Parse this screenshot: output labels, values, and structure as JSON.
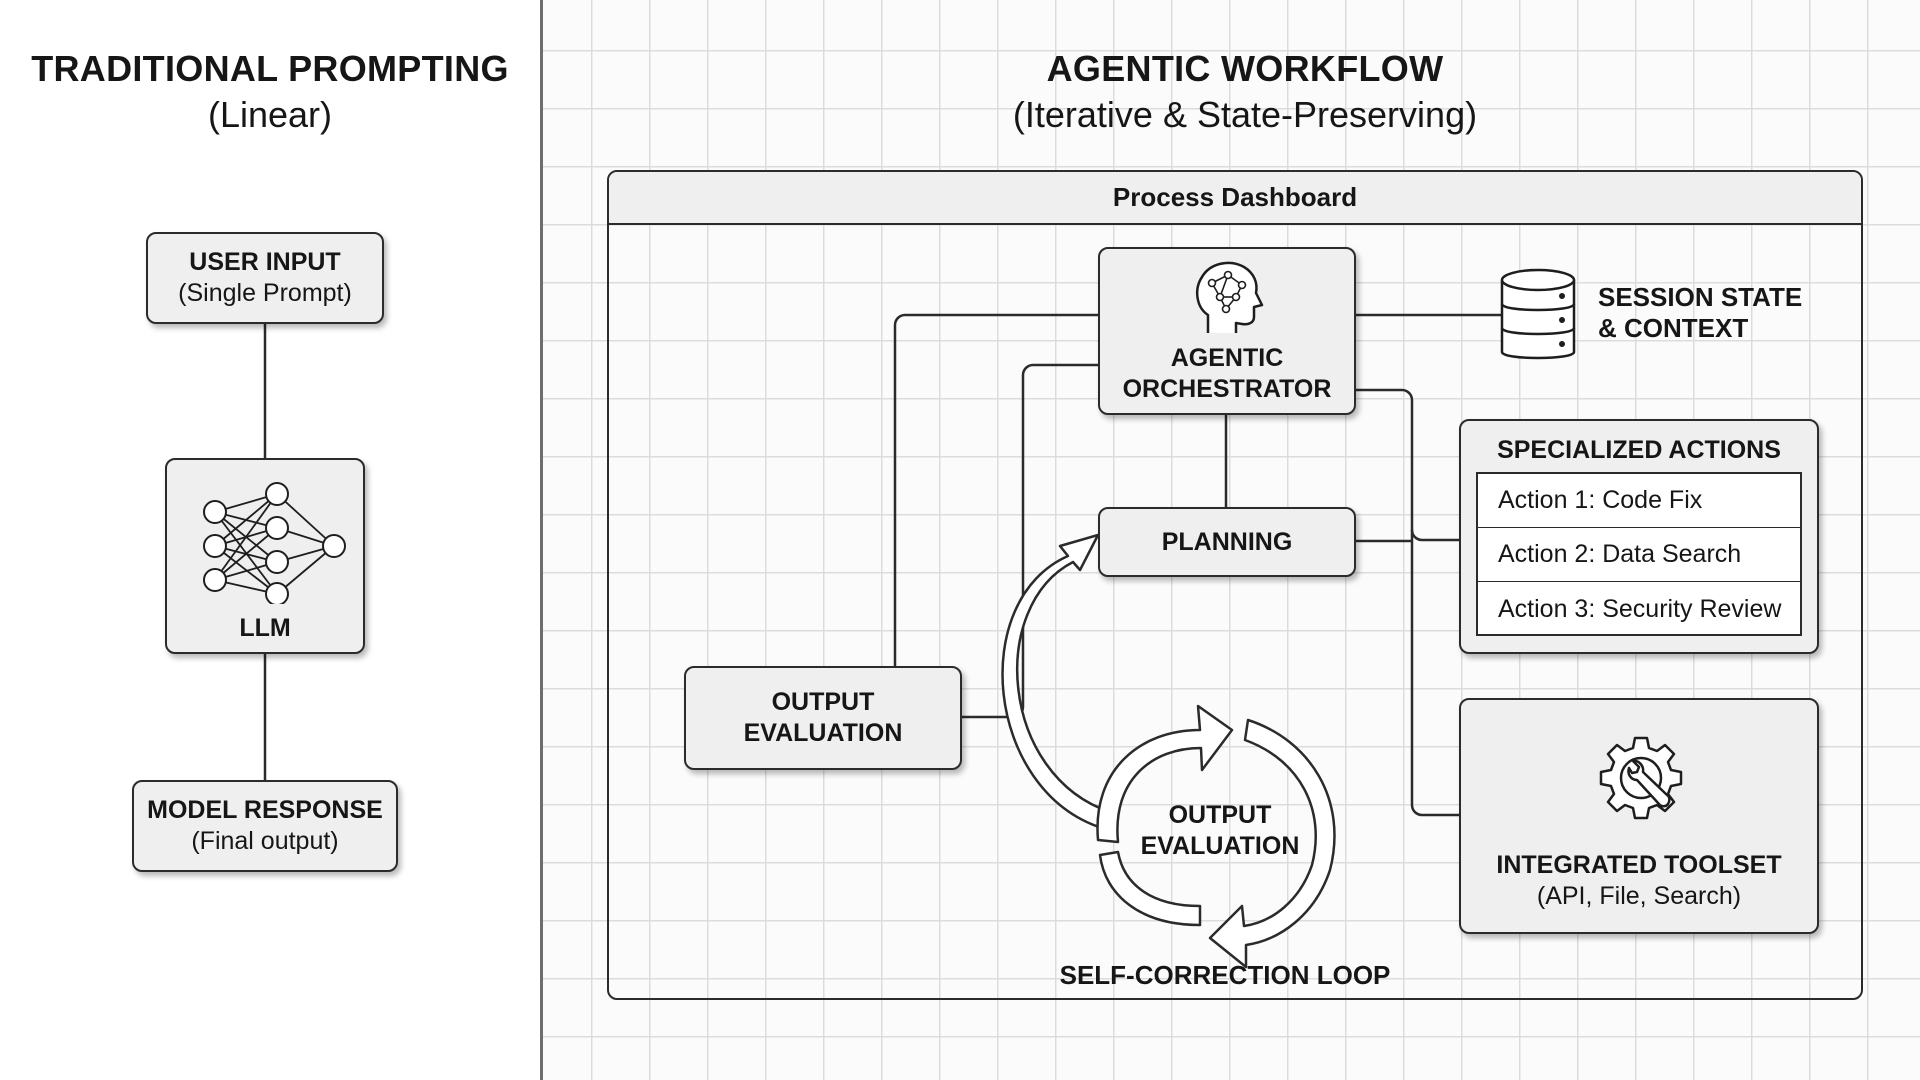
{
  "left": {
    "title": "TRADITIONAL PROMPTING",
    "subtitle": "(Linear)",
    "user_input": {
      "title": "USER INPUT",
      "sub": "(Single Prompt)"
    },
    "llm": {
      "label": "LLM",
      "icon": "neural-network-icon"
    },
    "model_response": {
      "title": "MODEL RESPONSE",
      "sub": "(Final output)"
    }
  },
  "right": {
    "title": "AGENTIC WORKFLOW",
    "subtitle": "(Iterative & State-Preserving)",
    "dashboard_title": "Process Dashboard",
    "orchestrator": {
      "line1": "AGENTIC",
      "line2": "ORCHESTRATOR",
      "icon": "brain-head-icon"
    },
    "session": {
      "line1": "SESSION STATE",
      "line2": "& CONTEXT",
      "icon": "database-icon"
    },
    "planning": "PLANNING",
    "specialized": {
      "title": "SPECIALIZED ACTIONS",
      "actions": [
        "Action 1: Code Fix",
        "Action 2: Data Search",
        "Action 3: Security Review"
      ]
    },
    "output_eval_box": {
      "line1": "OUTPUT",
      "line2": "EVALUATION"
    },
    "loop": {
      "line1": "OUTPUT",
      "line2": "EVALUATION",
      "caption": "SELF-CORRECTION LOOP"
    },
    "toolset": {
      "title": "INTEGRATED TOOLSET",
      "sub": "(API, File, Search)",
      "icon": "gear-wrench-icon"
    }
  },
  "colors": {
    "box_fill": "#efefef",
    "stroke": "#2b2b2b",
    "grid": "#dcdcdc",
    "divider": "#6e6e6e"
  }
}
